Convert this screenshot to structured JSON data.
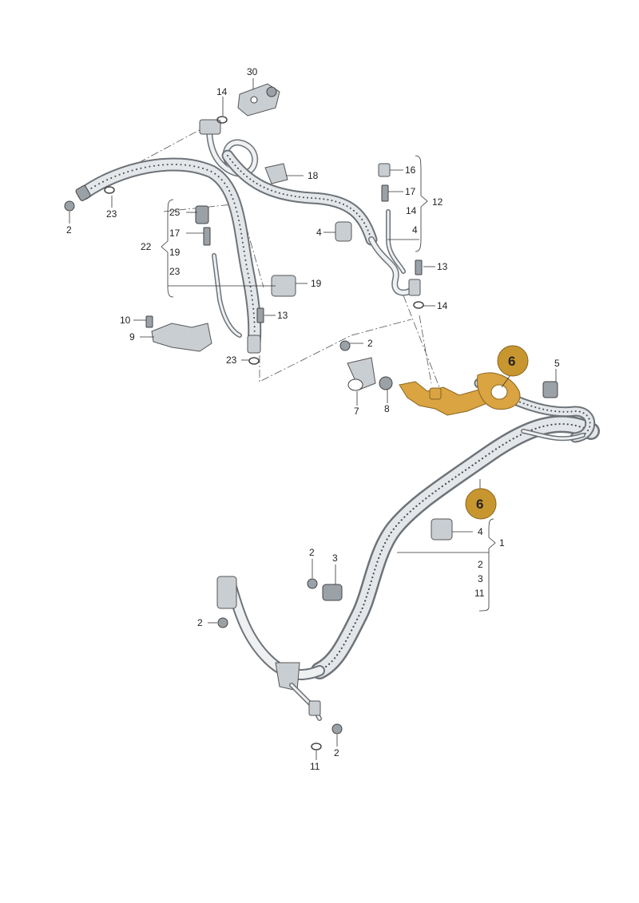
{
  "callouts": [
    {
      "key": "n30",
      "text": "30"
    },
    {
      "key": "n14a",
      "text": "14"
    },
    {
      "key": "n18",
      "text": "18"
    },
    {
      "key": "n16",
      "text": "16"
    },
    {
      "key": "n17a",
      "text": "17"
    },
    {
      "key": "n12",
      "text": "12"
    },
    {
      "key": "n14b",
      "text": "14"
    },
    {
      "key": "n4a",
      "text": "4"
    },
    {
      "key": "n4b",
      "text": "4"
    },
    {
      "key": "n13a",
      "text": "13"
    },
    {
      "key": "n14c",
      "text": "14"
    },
    {
      "key": "n2a",
      "text": "2"
    },
    {
      "key": "n23a",
      "text": "23"
    },
    {
      "key": "n25",
      "text": "25"
    },
    {
      "key": "n17b",
      "text": "17"
    },
    {
      "key": "n22",
      "text": "22"
    },
    {
      "key": "n19a",
      "text": "19"
    },
    {
      "key": "n23b",
      "text": "23"
    },
    {
      "key": "n19b",
      "text": "19"
    },
    {
      "key": "n13b",
      "text": "13"
    },
    {
      "key": "n10",
      "text": "10"
    },
    {
      "key": "n9",
      "text": "9"
    },
    {
      "key": "n23c",
      "text": "23"
    },
    {
      "key": "n2b",
      "text": "2"
    },
    {
      "key": "n7",
      "text": "7"
    },
    {
      "key": "n8",
      "text": "8"
    },
    {
      "key": "n5",
      "text": "5"
    },
    {
      "key": "n4c",
      "text": "4"
    },
    {
      "key": "n1",
      "text": "1"
    },
    {
      "key": "n2c",
      "text": "2"
    },
    {
      "key": "n3a",
      "text": "3"
    },
    {
      "key": "n11a",
      "text": "11"
    },
    {
      "key": "n2d",
      "text": "2"
    },
    {
      "key": "n3b",
      "text": "3"
    },
    {
      "key": "n2e",
      "text": "2"
    },
    {
      "key": "n11b",
      "text": "11"
    },
    {
      "key": "n2f",
      "text": "2"
    }
  ],
  "badges": [
    {
      "key": "b6a",
      "text": "6"
    },
    {
      "key": "b6b",
      "text": "6"
    }
  ],
  "colors": {
    "highlight": "#d9a441",
    "badge": "#c8962f"
  }
}
